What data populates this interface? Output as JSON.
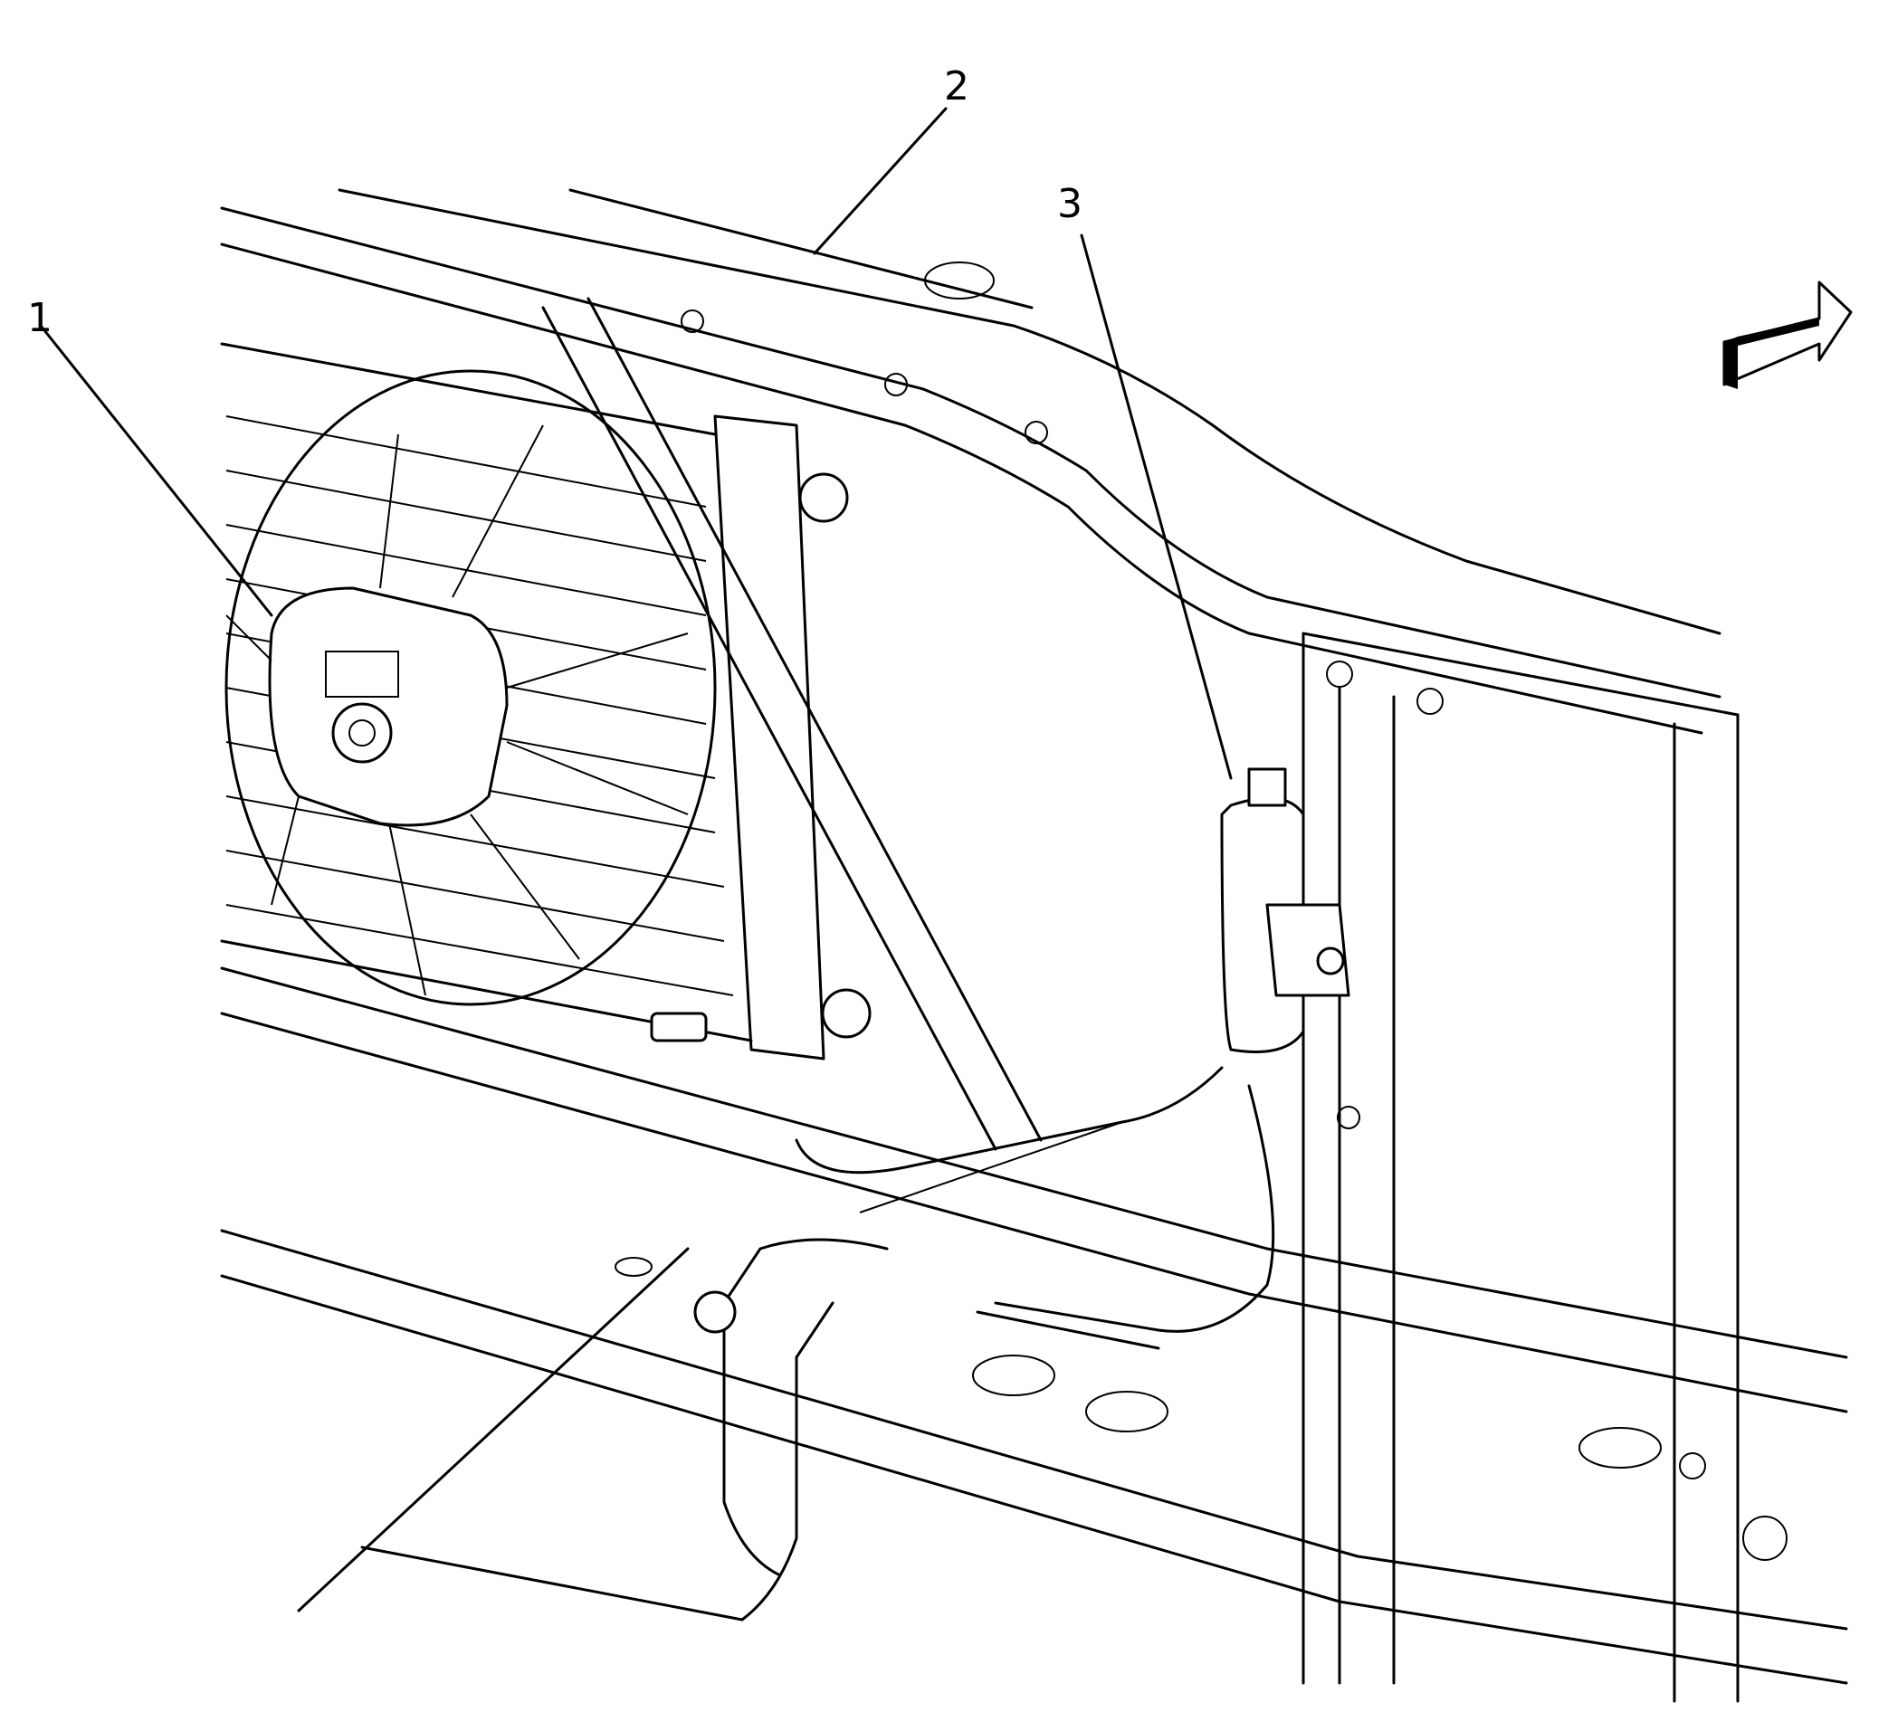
{
  "callouts": [
    {
      "number": "1"
    },
    {
      "number": "2"
    },
    {
      "number": "3"
    }
  ],
  "icons": {
    "direction_arrow": "front-direction-arrow-icon"
  }
}
